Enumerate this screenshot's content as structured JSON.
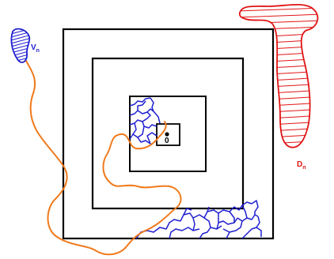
{
  "labels": {
    "v_main": "V",
    "v_sub": "n",
    "d_main": "D",
    "d_sub": "n",
    "origin": "0"
  },
  "colors": {
    "frame": "#000000",
    "blue": "#1f1fd0",
    "red": "#e01414",
    "orange": "#f07a1c"
  }
}
